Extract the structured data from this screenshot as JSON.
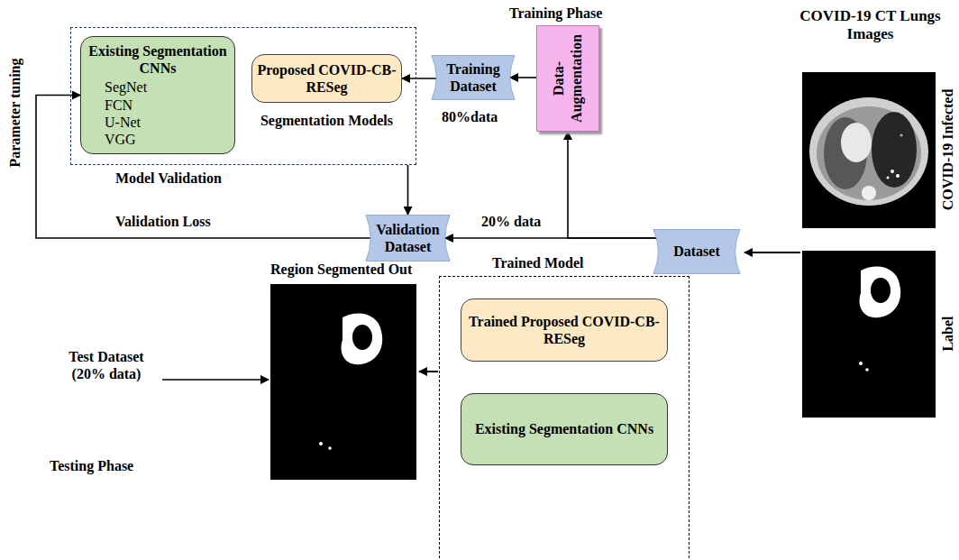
{
  "diagram": {
    "nodes": [
      {
        "text": [
          "Segmentation Models"
        ]
      },
      {
        "text": [
          "Existing Segmentation CNNs",
          "SegNet",
          "FCN",
          "U-Net",
          "VGG"
        ],
        "in": 0
      },
      {
        "text": [
          "Proposed COVID-CB-RESeg"
        ],
        "in": 0
      },
      {
        "text": [
          "Training Dataset"
        ]
      },
      {
        "text": [
          "Data-Augmentation"
        ]
      },
      {
        "text": [
          "Dataset"
        ]
      },
      {
        "text": [
          "Validation Dataset"
        ]
      },
      {
        "text": [
          "Trained Model"
        ]
      },
      {
        "text": [
          "Trained Proposed COVID-CB-RESeg"
        ],
        "in": 7
      },
      {
        "text": [
          "Existing Segmentation CNNs"
        ],
        "in": 7
      }
    ],
    "edges": [
      {
        "from": 4,
        "to": 3,
        "arrow": "to"
      },
      {
        "from": 3,
        "to": 2,
        "arrow": "to"
      },
      {
        "from": 5,
        "to": 4,
        "arrow": "to"
      },
      {
        "from": 5,
        "to": 6,
        "label": "20% data",
        "arrow": "to"
      },
      {
        "from": 0,
        "to": 6,
        "arrow": "to"
      },
      {
        "from": 6,
        "to": 1,
        "arrow": "to"
      }
    ],
    "labels": [
      "Training Phase",
      "80%data",
      "COVID-19 CT Lungs Images",
      "COVID-19 Infected",
      "Label",
      "Parameter tuning",
      "Model Validation",
      "Validation Loss",
      "Region Segmented Out",
      "Test Dataset (20% data)",
      "Testing Phase"
    ]
  }
}
